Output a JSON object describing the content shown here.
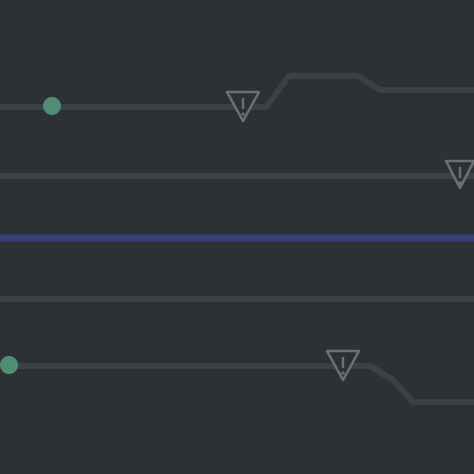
{
  "theme": {
    "background": "#2c3135",
    "track": "#3b4144",
    "track_highlight": "#364078",
    "node_active": "#4e8f74",
    "warning_stroke": "#6a7074"
  },
  "tracks": [
    {
      "name": "track-1",
      "kind": "normal",
      "node": "active-dot",
      "marker": "warning-triangle-icon"
    },
    {
      "name": "track-2",
      "kind": "normal",
      "node": null,
      "marker": "warning-triangle-icon"
    },
    {
      "name": "track-3",
      "kind": "highlighted",
      "node": null,
      "marker": null
    },
    {
      "name": "track-4",
      "kind": "normal",
      "node": null,
      "marker": null
    },
    {
      "name": "track-5",
      "kind": "normal",
      "node": "active-dot",
      "marker": "warning-triangle-icon"
    }
  ]
}
